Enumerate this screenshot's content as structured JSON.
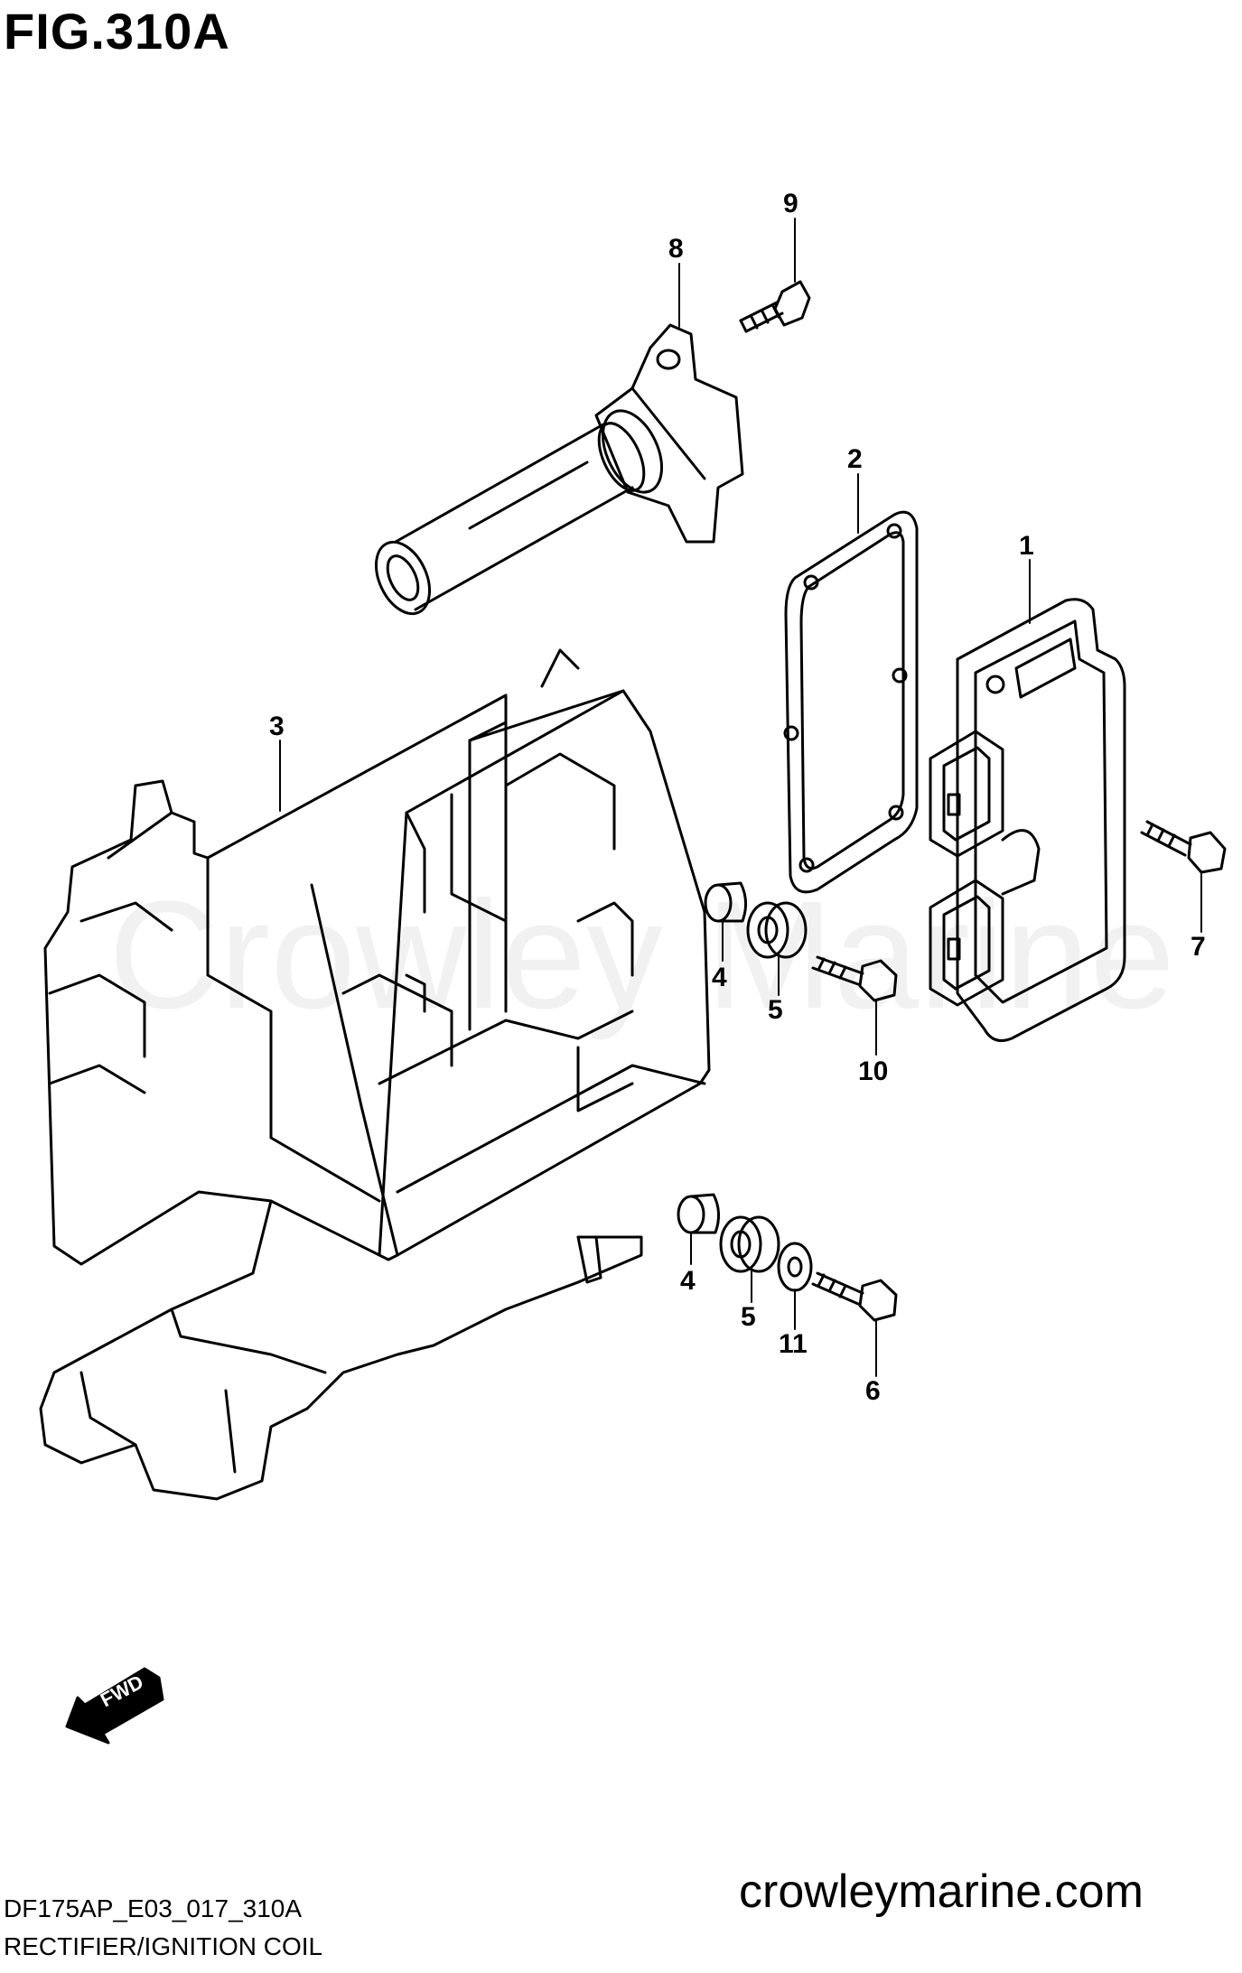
{
  "figure": {
    "title": "FIG.310A"
  },
  "watermark": "Crowley Marine",
  "fwd_label": "FWD",
  "callouts": [
    {
      "id": "c1",
      "label": "1"
    },
    {
      "id": "c2",
      "label": "2"
    },
    {
      "id": "c3",
      "label": "3"
    },
    {
      "id": "c4a",
      "label": "4"
    },
    {
      "id": "c5a",
      "label": "5"
    },
    {
      "id": "c4b",
      "label": "4"
    },
    {
      "id": "c5b",
      "label": "5"
    },
    {
      "id": "c6",
      "label": "6"
    },
    {
      "id": "c7",
      "label": "7"
    },
    {
      "id": "c8",
      "label": "8"
    },
    {
      "id": "c9",
      "label": "9"
    },
    {
      "id": "c10",
      "label": "10"
    },
    {
      "id": "c11",
      "label": "11"
    }
  ],
  "footer": {
    "code": "DF175AP_E03_017_310A",
    "name": "RECTIFIER/IGNITION COIL",
    "site": "crowleymarine.com"
  }
}
